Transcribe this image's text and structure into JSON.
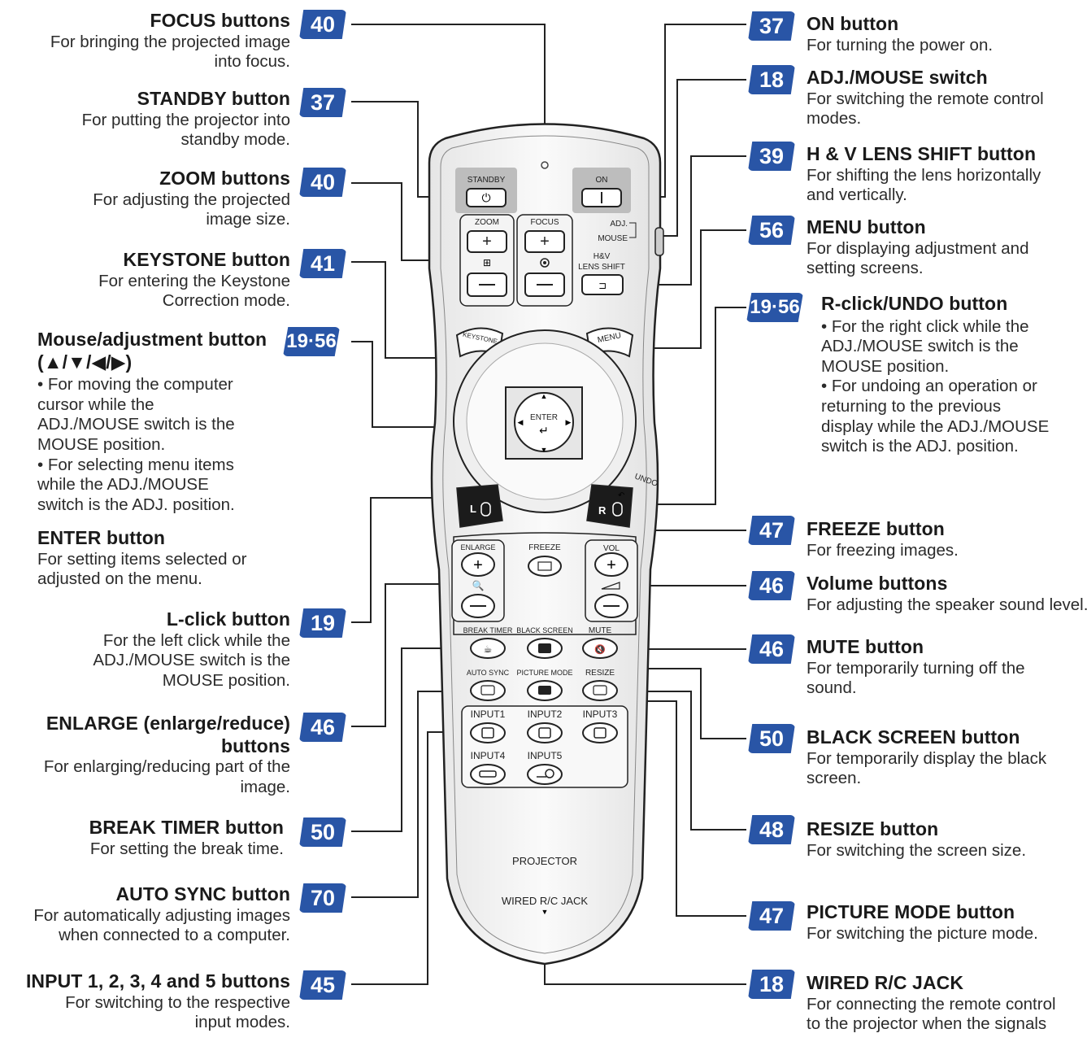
{
  "remote": {
    "standby": "STANDBY",
    "on": "ON",
    "zoom": "ZOOM",
    "focus": "FOCUS",
    "adj": "ADJ.",
    "mouse": "MOUSE",
    "hv": "H&V",
    "lens_shift": "LENS SHIFT",
    "keystone": "KEYSTONE",
    "menu": "MENU",
    "enter": "ENTER",
    "undo": "UNDO",
    "l": "L",
    "r": "R",
    "enlarge": "ENLARGE",
    "freeze": "FREEZE",
    "vol": "VOL",
    "break_timer": "BREAK TIMER",
    "black_screen": "BLACK SCREEN",
    "mute": "MUTE",
    "auto_sync": "AUTO SYNC",
    "picture_mode": "PICTURE MODE",
    "resize": "RESIZE",
    "input1": "INPUT1",
    "input2": "INPUT2",
    "input3": "INPUT3",
    "input4": "INPUT4",
    "input5": "INPUT5",
    "projector": "PROJECTOR",
    "wired_jack": "WIRED R/C JACK"
  },
  "left": [
    {
      "badge": "40",
      "title": "FOCUS buttons",
      "desc": [
        "For bringing the projected image",
        "into focus."
      ]
    },
    {
      "badge": "37",
      "title": "STANDBY button",
      "desc": [
        "For putting the projector into",
        "standby mode."
      ]
    },
    {
      "badge": "40",
      "title": "ZOOM buttons",
      "desc": [
        "For adjusting the projected",
        "image size."
      ]
    },
    {
      "badge": "41",
      "title": "KEYSTONE button",
      "desc": [
        "For entering the Keystone",
        "Correction mode."
      ]
    },
    {
      "badge": "19·56",
      "title": "Mouse/adjustment button",
      "title2": "(▲/▼/◀/▶)",
      "bullets": [
        [
          "For moving the computer",
          "cursor while the",
          "ADJ./MOUSE switch is the",
          "MOUSE position."
        ],
        [
          "For selecting menu items",
          "while the ADJ./MOUSE",
          "switch is the ADJ. position."
        ]
      ]
    },
    {
      "title": "ENTER button",
      "desc": [
        "For setting items selected or",
        "adjusted on the menu."
      ]
    },
    {
      "badge": "19",
      "title": "L-click button",
      "desc": [
        "For the left click while the",
        "ADJ./MOUSE switch is the",
        "MOUSE position."
      ]
    },
    {
      "badge": "46",
      "title": "ENLARGE (enlarge/reduce)",
      "title2": "buttons",
      "desc": [
        "For enlarging/reducing part of the",
        "image."
      ]
    },
    {
      "badge": "50",
      "title": "BREAK TIMER button",
      "desc": [
        "For setting the break time."
      ]
    },
    {
      "badge": "70",
      "title": "AUTO SYNC button",
      "desc": [
        "For automatically adjusting images",
        "when connected to a computer."
      ]
    },
    {
      "badge": "45",
      "title": "INPUT 1, 2, 3, 4 and 5 buttons",
      "desc": [
        "For switching to the respective",
        "input modes."
      ]
    }
  ],
  "right": [
    {
      "badge": "37",
      "title": "ON button",
      "desc": [
        "For turning the power on."
      ]
    },
    {
      "badge": "18",
      "title": "ADJ./MOUSE switch",
      "desc": [
        "For switching the remote control",
        "modes."
      ]
    },
    {
      "badge": "39",
      "title": "H & V LENS SHIFT button",
      "desc": [
        "For shifting the lens horizontally",
        "and vertically."
      ]
    },
    {
      "badge": "56",
      "title": "MENU button",
      "desc": [
        "For displaying adjustment and",
        "setting screens."
      ]
    },
    {
      "badge": "19·56",
      "title": "R-click/UNDO button",
      "bullets": [
        [
          "For the right click while the",
          "ADJ./MOUSE switch is the",
          "MOUSE position."
        ],
        [
          "For undoing an operation or",
          "returning to the previous",
          "display while the ADJ./MOUSE",
          "switch is the ADJ. position."
        ]
      ]
    },
    {
      "badge": "47",
      "title": "FREEZE button",
      "desc": [
        "For freezing images."
      ]
    },
    {
      "badge": "46",
      "title": "Volume buttons",
      "desc": [
        "For adjusting the speaker sound level."
      ]
    },
    {
      "badge": "46",
      "title": "MUTE button",
      "desc": [
        "For temporarily turning off the",
        "sound."
      ]
    },
    {
      "badge": "50",
      "title": "BLACK SCREEN button",
      "desc": [
        "For temporarily display the black",
        "screen."
      ]
    },
    {
      "badge": "48",
      "title": "RESIZE button",
      "desc": [
        "For switching the screen size."
      ]
    },
    {
      "badge": "47",
      "title": "PICTURE MODE button",
      "desc": [
        "For switching the picture mode."
      ]
    },
    {
      "badge": "18",
      "title": "WIRED R/C JACK",
      "desc": [
        "For connecting the remote control",
        "to the projector when the signals"
      ]
    }
  ]
}
